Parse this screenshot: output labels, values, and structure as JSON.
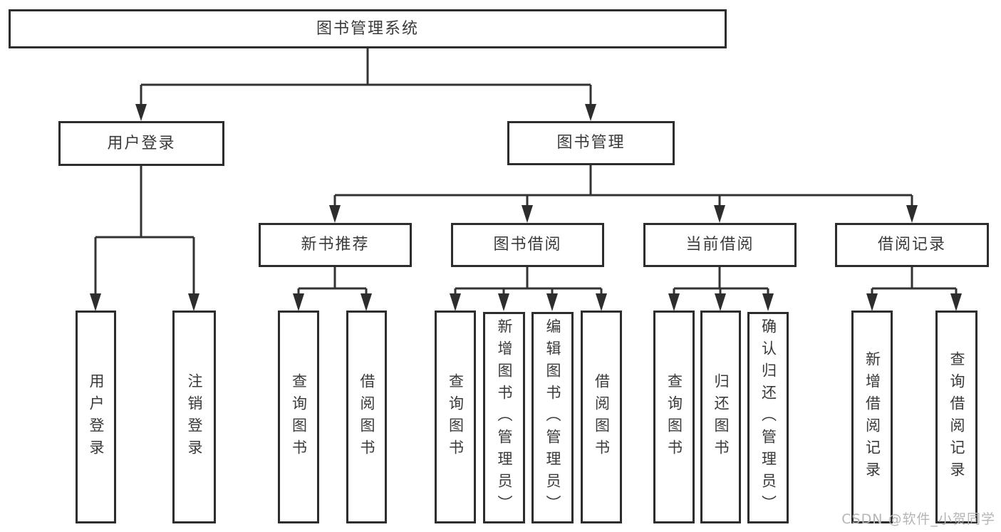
{
  "diagram": {
    "root": {
      "label": "图书管理系统"
    },
    "level2": [
      {
        "label": "用户登录"
      },
      {
        "label": "图书管理"
      }
    ],
    "level3": [
      {
        "label": "新书推荐"
      },
      {
        "label": "图书借阅"
      },
      {
        "label": "当前借阅"
      },
      {
        "label": "借阅记录"
      }
    ],
    "leaf_groups": [
      {
        "parent": "用户登录",
        "items": [
          "用户登录",
          "注销登录"
        ]
      },
      {
        "parent": "新书推荐",
        "items": [
          "查询图书",
          "借阅图书"
        ]
      },
      {
        "parent": "图书借阅",
        "items": [
          "查询图书",
          "新增图书（管理员）",
          "编辑图书（管理员）",
          "借阅图书"
        ]
      },
      {
        "parent": "当前借阅",
        "items": [
          "查询图书",
          "归还图书",
          "确认归还（管理员）"
        ]
      },
      {
        "parent": "借阅记录",
        "items": [
          "新增借阅记录",
          "查询借阅记录"
        ]
      }
    ],
    "watermark": "CSDN @软件_小贺同学",
    "colors": {
      "line": "#333333",
      "box_border": "#2d2d2d",
      "text": "#3a3a3a",
      "watermark": "#b5b5b5",
      "background": "#ffffff"
    }
  }
}
